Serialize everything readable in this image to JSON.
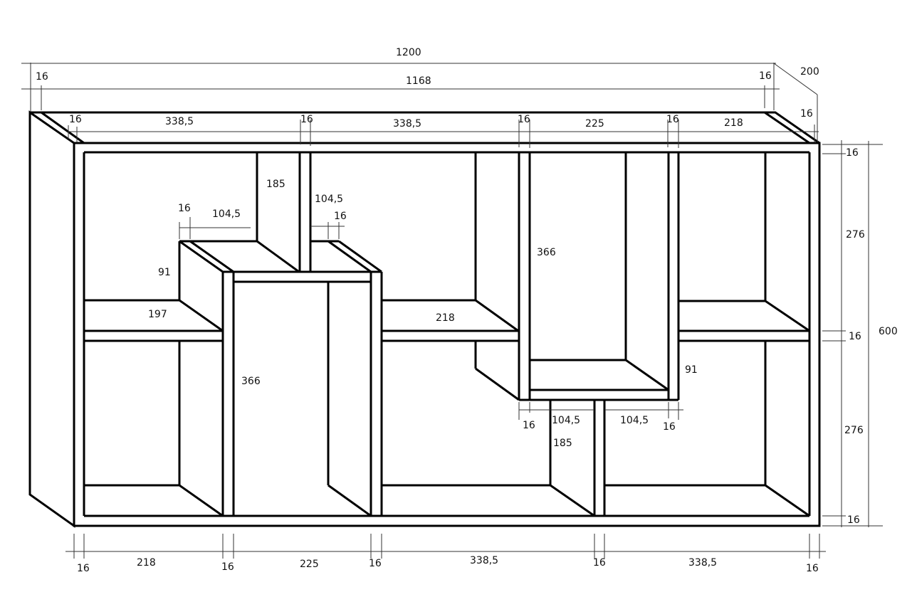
{
  "drawing": {
    "overall": {
      "width": "1200",
      "inner_width": "1168",
      "depth": "200",
      "height": "600"
    },
    "top_dims": {
      "side_left": "16",
      "side_right": "16",
      "panel_left": "16",
      "panel_right": "16",
      "sections": [
        "338,5",
        "16",
        "338,5",
        "16",
        "225",
        "16",
        "218"
      ]
    },
    "right_dims": [
      "16",
      "276",
      "16",
      "276",
      "16"
    ],
    "bottom_dims": [
      "16",
      "218",
      "16",
      "225",
      "16",
      "338,5",
      "16",
      "338,5",
      "16"
    ],
    "inner_labels": {
      "left_box_gap": "185",
      "left_box_width": "104,5",
      "left_box_thick": "16",
      "right_box_width": "104,5",
      "right_box_thick": "16",
      "left_box_height": "91",
      "left_shelf": "197",
      "center_box_height": "366",
      "middle_shelf": "218",
      "right_box_height": "366",
      "right_lower_box": "91",
      "lower_thick_left": "16",
      "lower_width_left": "104,5",
      "lower_gap": "185",
      "lower_width_right": "104,5",
      "lower_thick_right": "16"
    }
  }
}
